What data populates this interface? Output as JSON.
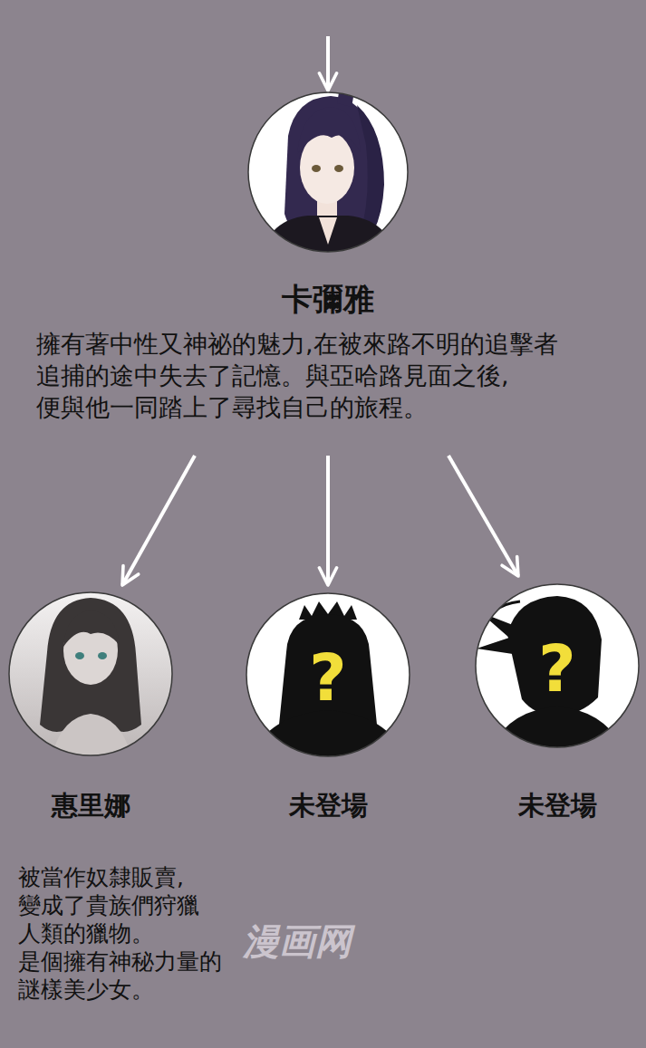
{
  "diagram": {
    "nodes": [
      {
        "text": [
          "卡彌雅",
          "擁有著中性又神祕的魅力,在被來路不明的追擊者 追捕的途中失去了記憶。與亞哈路見面之後, 便與他一同踏上了尋找自己的旅程。"
        ]
      },
      {
        "text": [
          "惠里娜",
          "被當作奴隸販賣, 變成了貴族們狩獵 人類的獵物。 是個擁有神秘力量的 謎樣美少女。"
        ]
      },
      {
        "text": [
          "?",
          "未登場"
        ]
      },
      {
        "text": [
          "?",
          "未登場"
        ]
      }
    ],
    "edges": [
      {
        "from": 0,
        "to": 1,
        "arrow": "to"
      },
      {
        "from": 0,
        "to": 2,
        "arrow": "to"
      },
      {
        "from": 0,
        "to": 3,
        "arrow": "to"
      }
    ],
    "labels": [
      "漫画网"
    ]
  }
}
